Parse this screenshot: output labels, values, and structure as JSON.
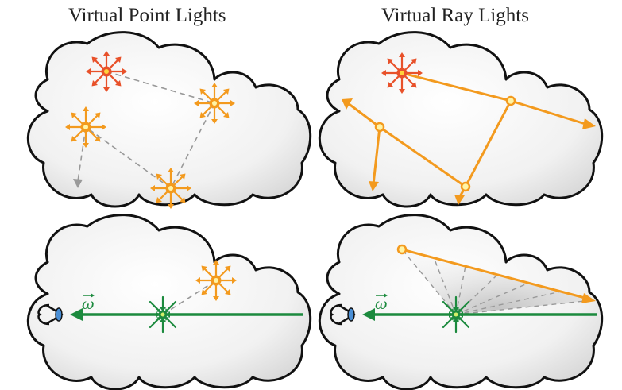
{
  "titles": {
    "left": "Virtual Point Lights",
    "right": "Virtual Ray Lights"
  },
  "labels": {
    "omega": "ω"
  },
  "colors": {
    "primary_light": "#e8512a",
    "virtual_light": "#f39a1e",
    "sensor": "#1c8a3e",
    "path_dashed": "#999999",
    "cloud_fill": "#ececec",
    "cloud_outline": "#111111",
    "eye_iris": "#4a8fd6"
  }
}
